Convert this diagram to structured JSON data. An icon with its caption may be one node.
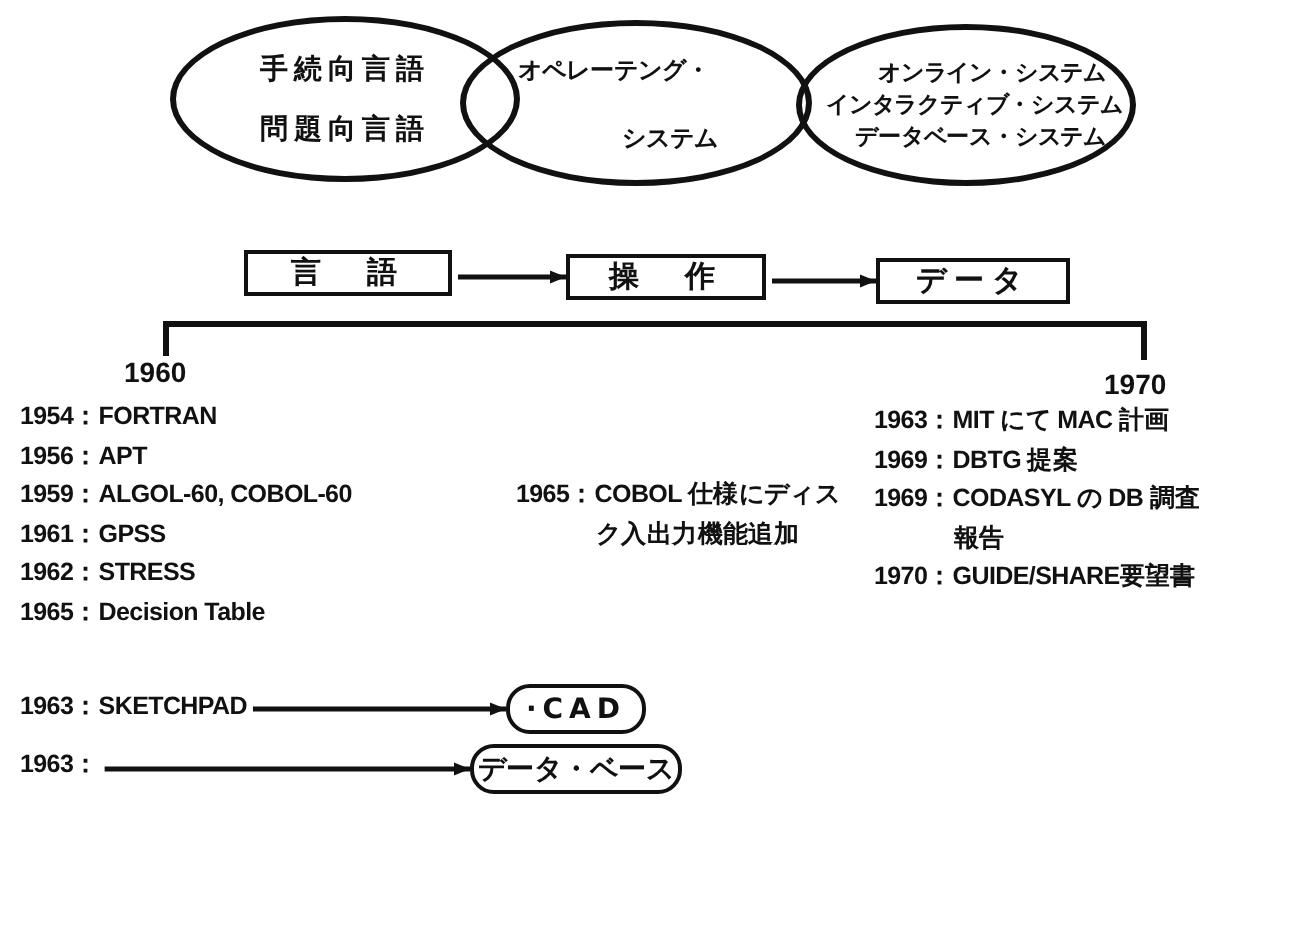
{
  "diagram": {
    "nodes": [
      {
        "text": [
          "手続向言語",
          "問題向言語"
        ]
      },
      {
        "text": [
          "オペレーテング・システム"
        ]
      },
      {
        "text": [
          "オンライン・システム",
          "インタラクティブ・システム",
          "データベース・システム"
        ]
      },
      {
        "text": [
          "言　語"
        ]
      },
      {
        "text": [
          "操　作"
        ]
      },
      {
        "text": [
          "データ"
        ]
      },
      {
        "text": [
          "1963：SKETCHPAD"
        ]
      },
      {
        "text": [
          "·CAD"
        ]
      },
      {
        "text": [
          "1963："
        ]
      },
      {
        "text": [
          "データ・ベース"
        ]
      }
    ],
    "edges": [
      {
        "from": 3,
        "to": 4,
        "arrow": "to"
      },
      {
        "from": 4,
        "to": 5,
        "arrow": "to"
      },
      {
        "from": 6,
        "to": 7,
        "arrow": "to"
      },
      {
        "from": 8,
        "to": 9,
        "arrow": "to"
      }
    ],
    "labels": [
      "1960",
      "1970",
      "1954：FORTRAN",
      "1956：APT",
      "1959：ALGOL-60, COBOL-60",
      "1961：GPSS",
      "1962：STRESS",
      "1965：Decision Table",
      "1965：COBOL 仕様にディスク入出力機能追加",
      "1963：MIT にて MAC 計画",
      "1969：DBTG 提案",
      "1969：CODASYL の DB 調査報告",
      "1970：GUIDE/SHARE要望書"
    ]
  }
}
